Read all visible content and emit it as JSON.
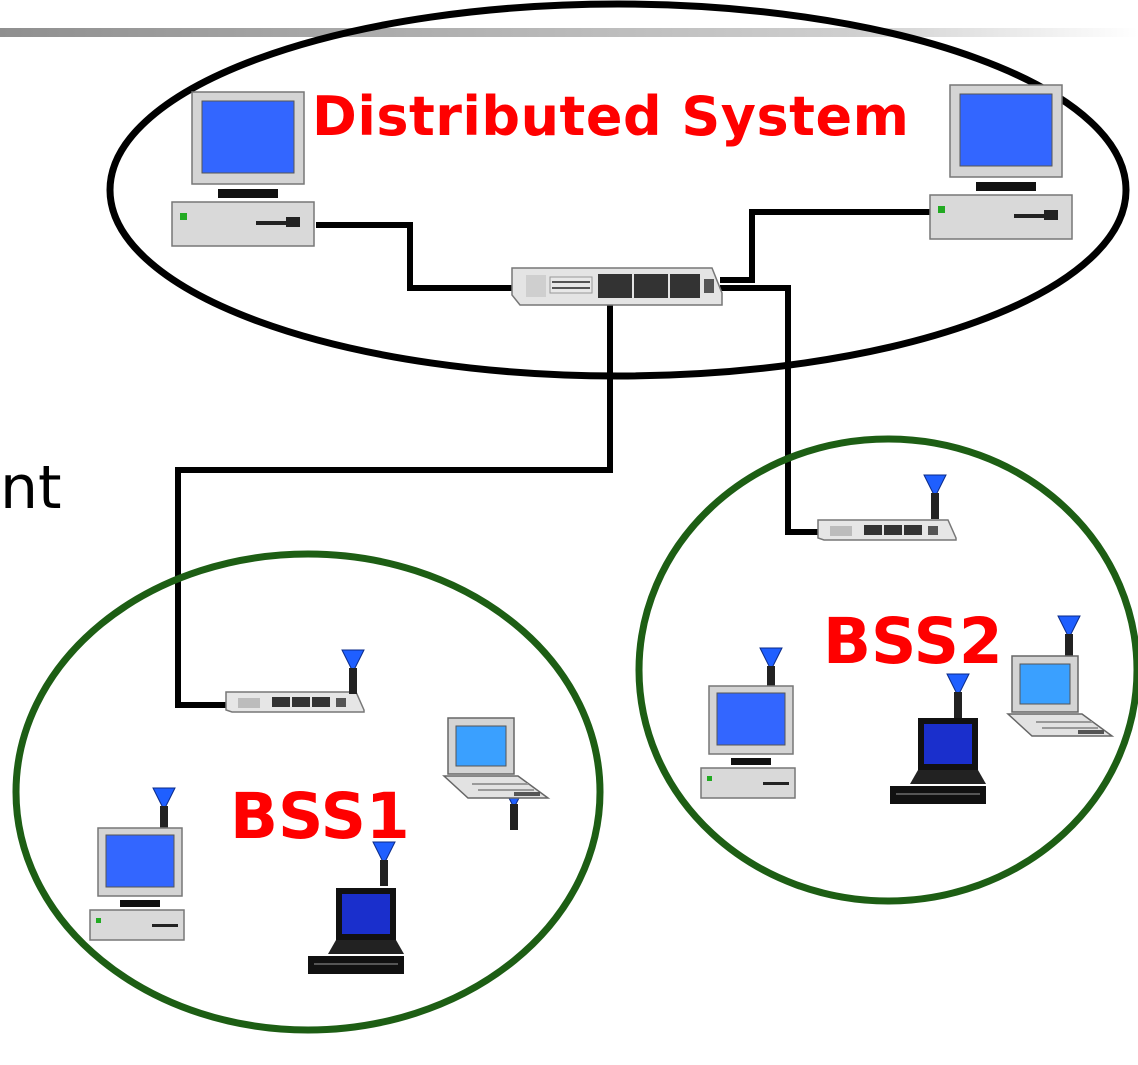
{
  "labels": {
    "distributed_system": "Distributed System",
    "bss1": "BSS1",
    "bss2": "BSS2",
    "left_text_fragment": "nt"
  },
  "colors": {
    "label_red": "#ff0000",
    "bss_ring": "#1d5e14",
    "ds_ring": "#000000",
    "screen_blue": "#3366ff",
    "antenna_blue": "#1f5fff",
    "cable": "#000000"
  },
  "nodes": {
    "ds_pcs": [
      "desktop-computer-icon",
      "desktop-computer-icon"
    ],
    "central_switch": "network-switch-icon",
    "bss1_devices": [
      "access-point-icon",
      "wireless-desktop-icon",
      "wireless-laptop-icon",
      "wireless-laptop-icon"
    ],
    "bss2_devices": [
      "access-point-icon",
      "wireless-desktop-icon",
      "wireless-laptop-icon",
      "wireless-laptop-icon"
    ]
  }
}
